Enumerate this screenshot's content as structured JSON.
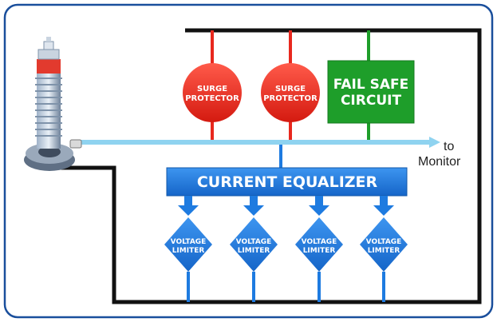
{
  "labels": {
    "surge_protector_1": [
      "SURGE",
      "PROTECTOR"
    ],
    "surge_protector_2": [
      "SURGE",
      "PROTECTOR"
    ],
    "fail_safe": [
      "FAIL SAFE",
      "CIRCUIT"
    ],
    "current_equalizer": "CURRENT EQUALIZER",
    "to_monitor": [
      "to",
      "Monitor"
    ],
    "voltage_limiters": [
      [
        "VOLTAGE",
        "LIMITER"
      ],
      [
        "VOLTAGE",
        "LIMITER"
      ],
      [
        "VOLTAGE",
        "LIMITER"
      ],
      [
        "VOLTAGE",
        "LIMITER"
      ]
    ]
  },
  "icons": {
    "bushing": "high-voltage-bushing-icon"
  },
  "colors": {
    "frame_border": "#1a4f9c",
    "wire": "#111111",
    "surge_red": "#e8281e",
    "fail_safe_green": "#1e9e2a",
    "equalizer_blue": "#1e7be0",
    "signal_cyan": "#8fd3f0"
  }
}
